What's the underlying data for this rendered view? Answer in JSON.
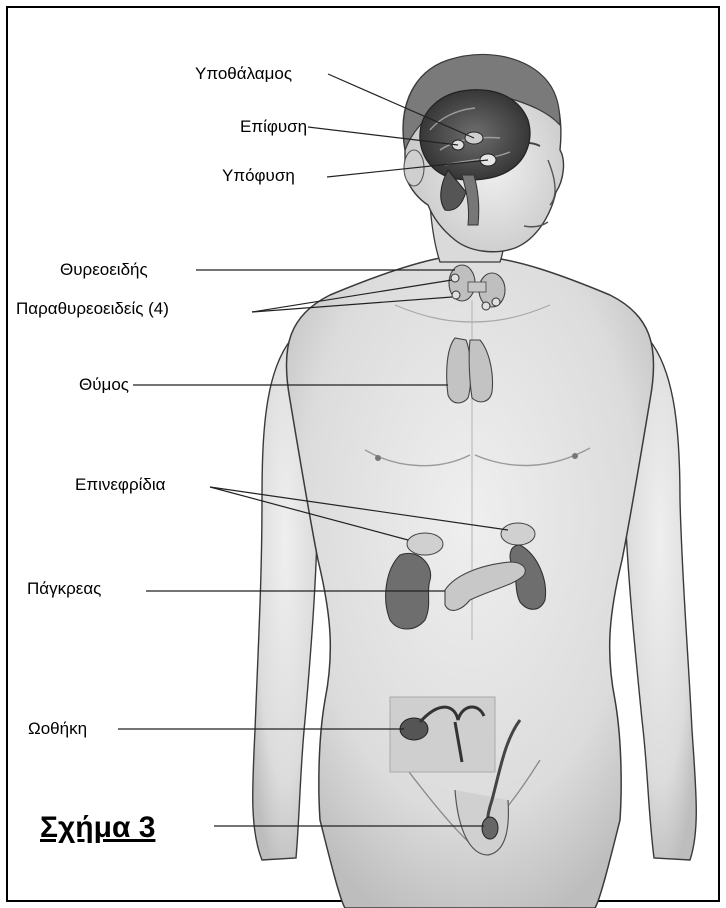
{
  "labels": {
    "hypothalamus": "Υποθάλαμος",
    "pineal": "Επίφυση",
    "pituitary": "Υπόφυση",
    "thyroid": "Θυρεοειδής",
    "parathyroids": "Παραθυρεοειδείς (4)",
    "thymus": "Θύμος",
    "adrenals": "Επινεφρίδια",
    "pancreas": "Πάγκρεας",
    "ovary": "Ωοθήκη"
  },
  "caption": "Σχήμα 3",
  "colors": {
    "skin": "#e4e4e4",
    "skin_shadow": "#c9c9c9",
    "outline": "#3a3a3a",
    "hair": "#6b6b6b",
    "brain": "#4a4a4a",
    "gland": "#bdbdbd",
    "kidney": "#6e6e6e",
    "inset": "#cfcfcf"
  }
}
